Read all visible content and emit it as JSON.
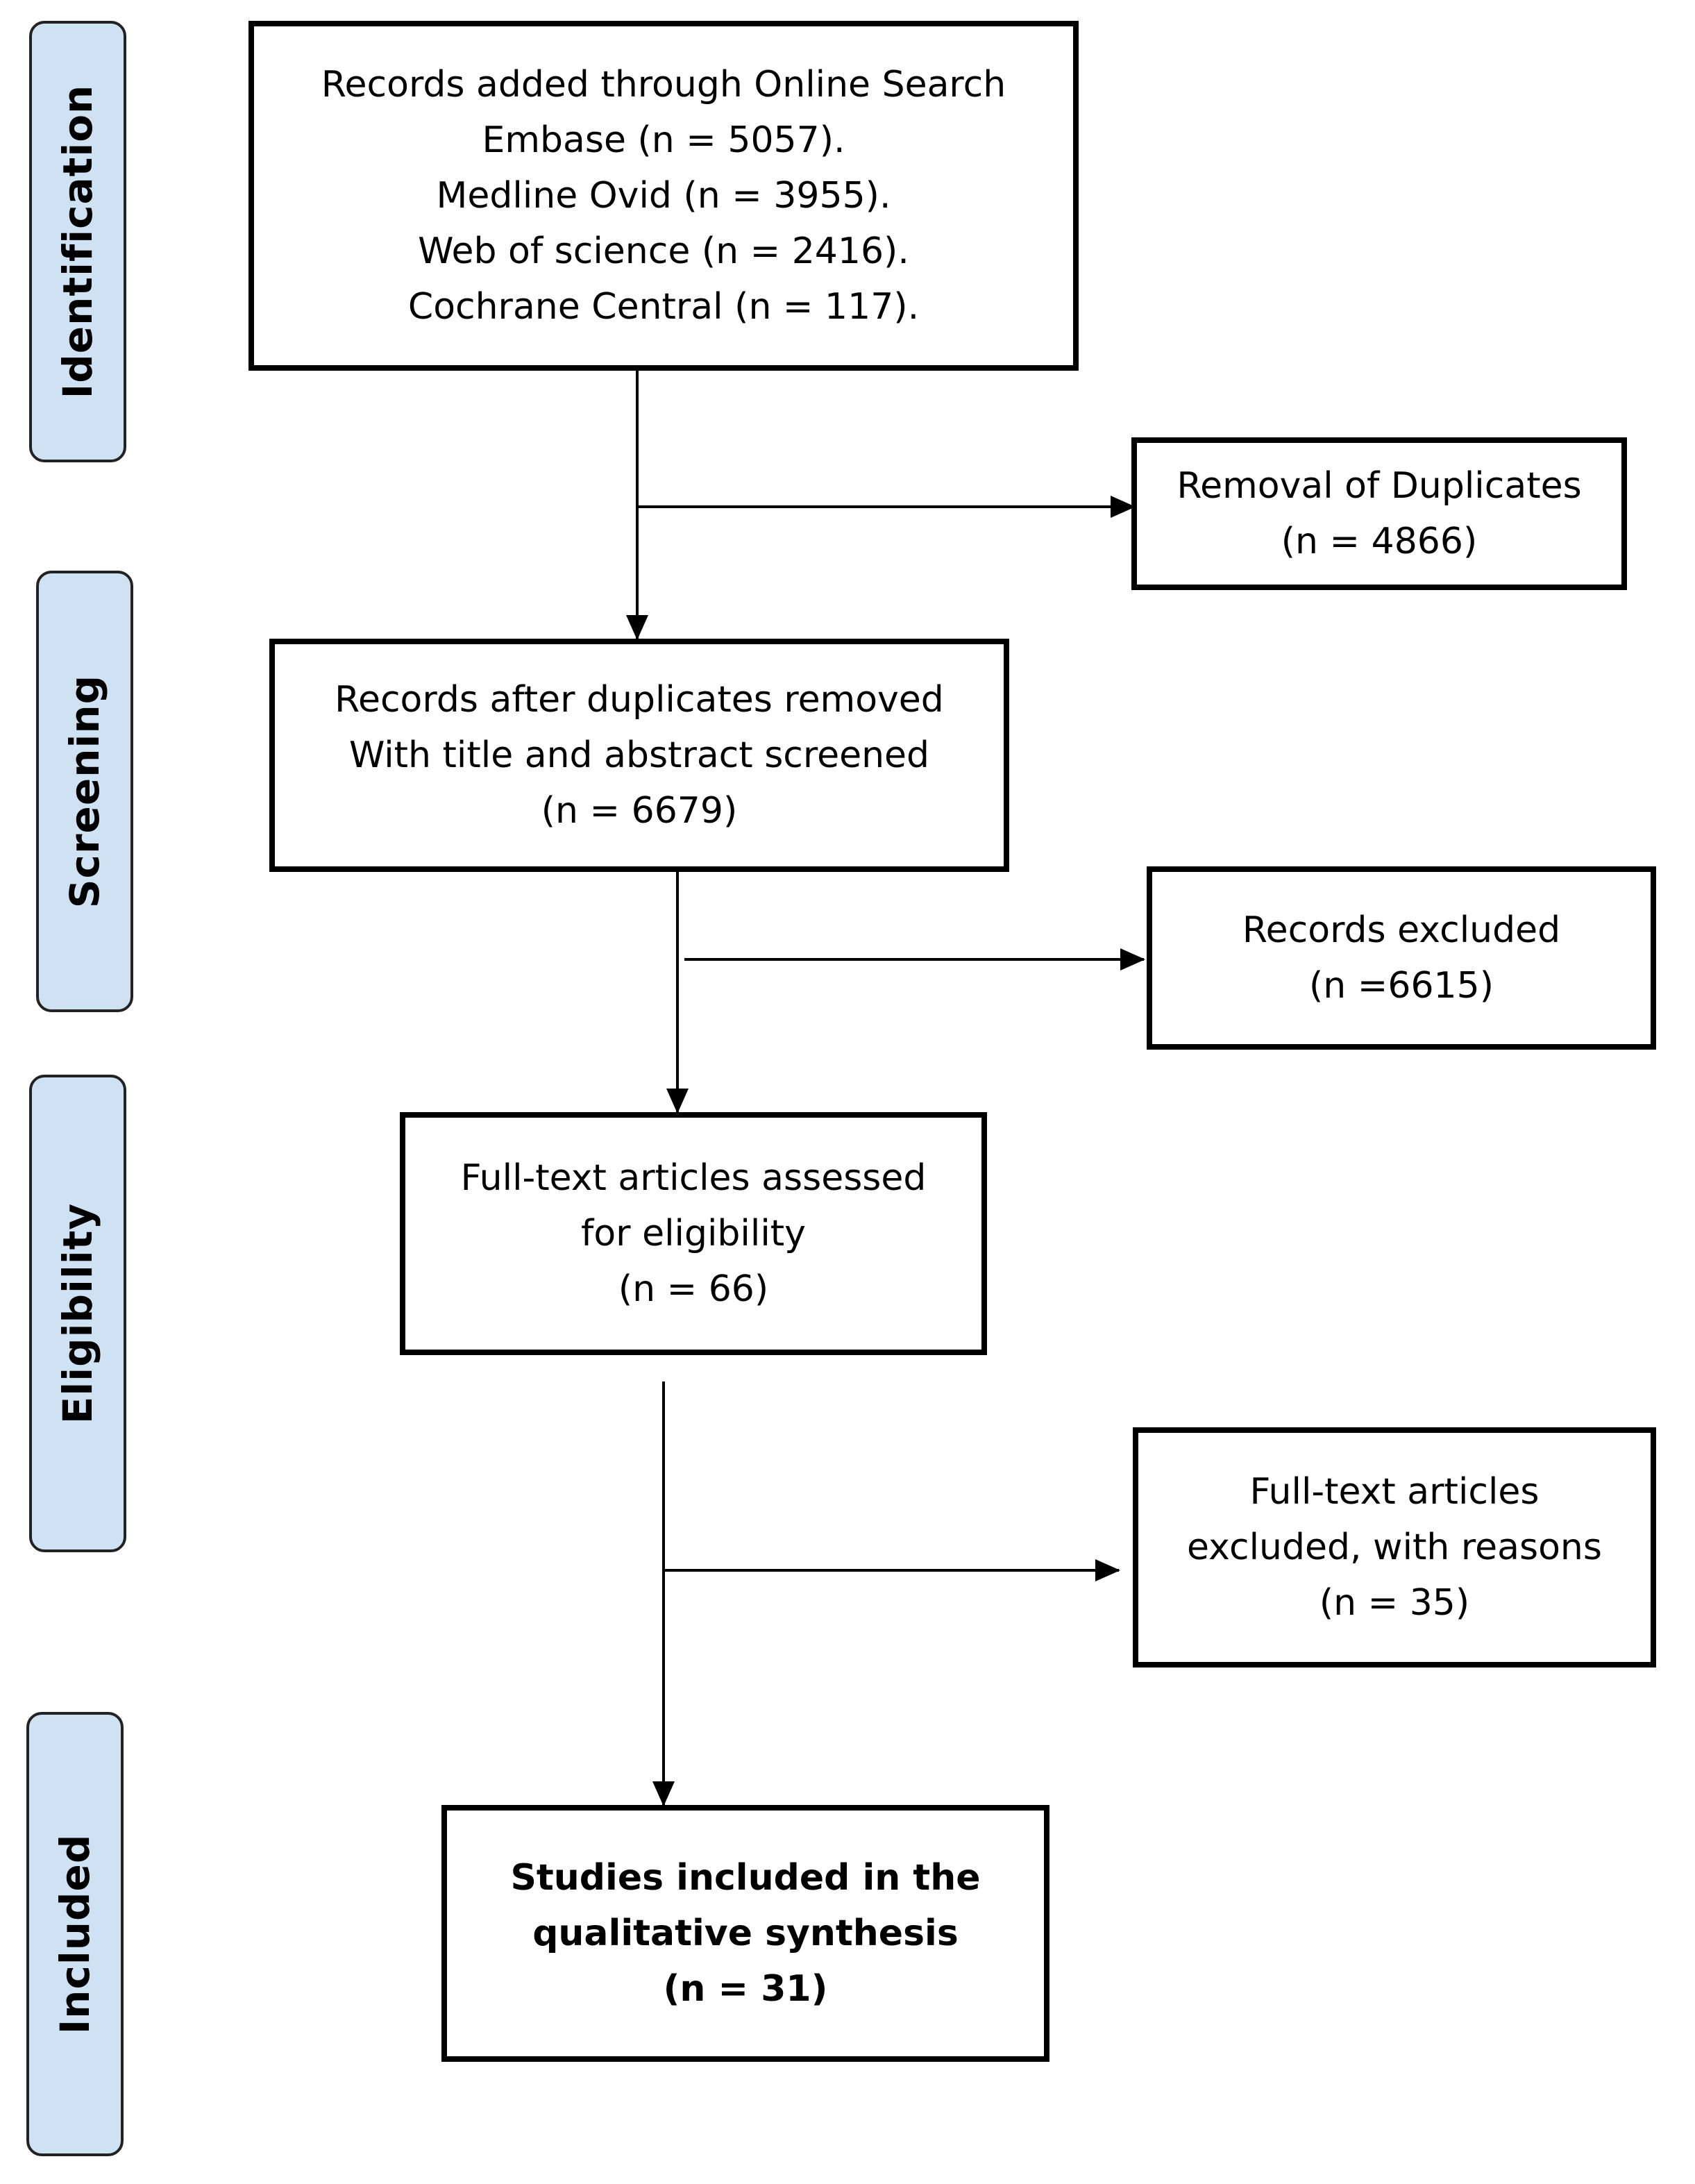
{
  "phases": {
    "identification": "Identification",
    "screening": "Screening",
    "eligibility": "Eligibility",
    "included": "Included"
  },
  "boxes": {
    "online_search": {
      "line1": "Records added through Online Search",
      "line2": "Embase (n = 5057).",
      "line3": "Medline Ovid (n = 3955).",
      "line4": "Web of science (n = 2416).",
      "line5": "Cochrane Central (n = 117)."
    },
    "duplicates_removed": {
      "line1": "Removal of Duplicates",
      "line2": "(n = 4866)"
    },
    "after_duplicates": {
      "line1": "Records after duplicates removed",
      "line2": "With title and abstract screened",
      "line3": "(n = 6679)"
    },
    "records_excluded": {
      "line1": "Records excluded",
      "line2": "(n =6615)"
    },
    "fulltext_assessed": {
      "line1": "Full-text articles assessed",
      "line2": "for eligibility",
      "line3": "(n = 66)"
    },
    "fulltext_excluded": {
      "line1": "Full-text articles",
      "line2": "excluded, with reasons",
      "line3": "(n = 35)"
    },
    "studies_included": {
      "line1": "Studies included in the",
      "line2": "qualitative synthesis",
      "line3": "(n = 31)"
    }
  }
}
